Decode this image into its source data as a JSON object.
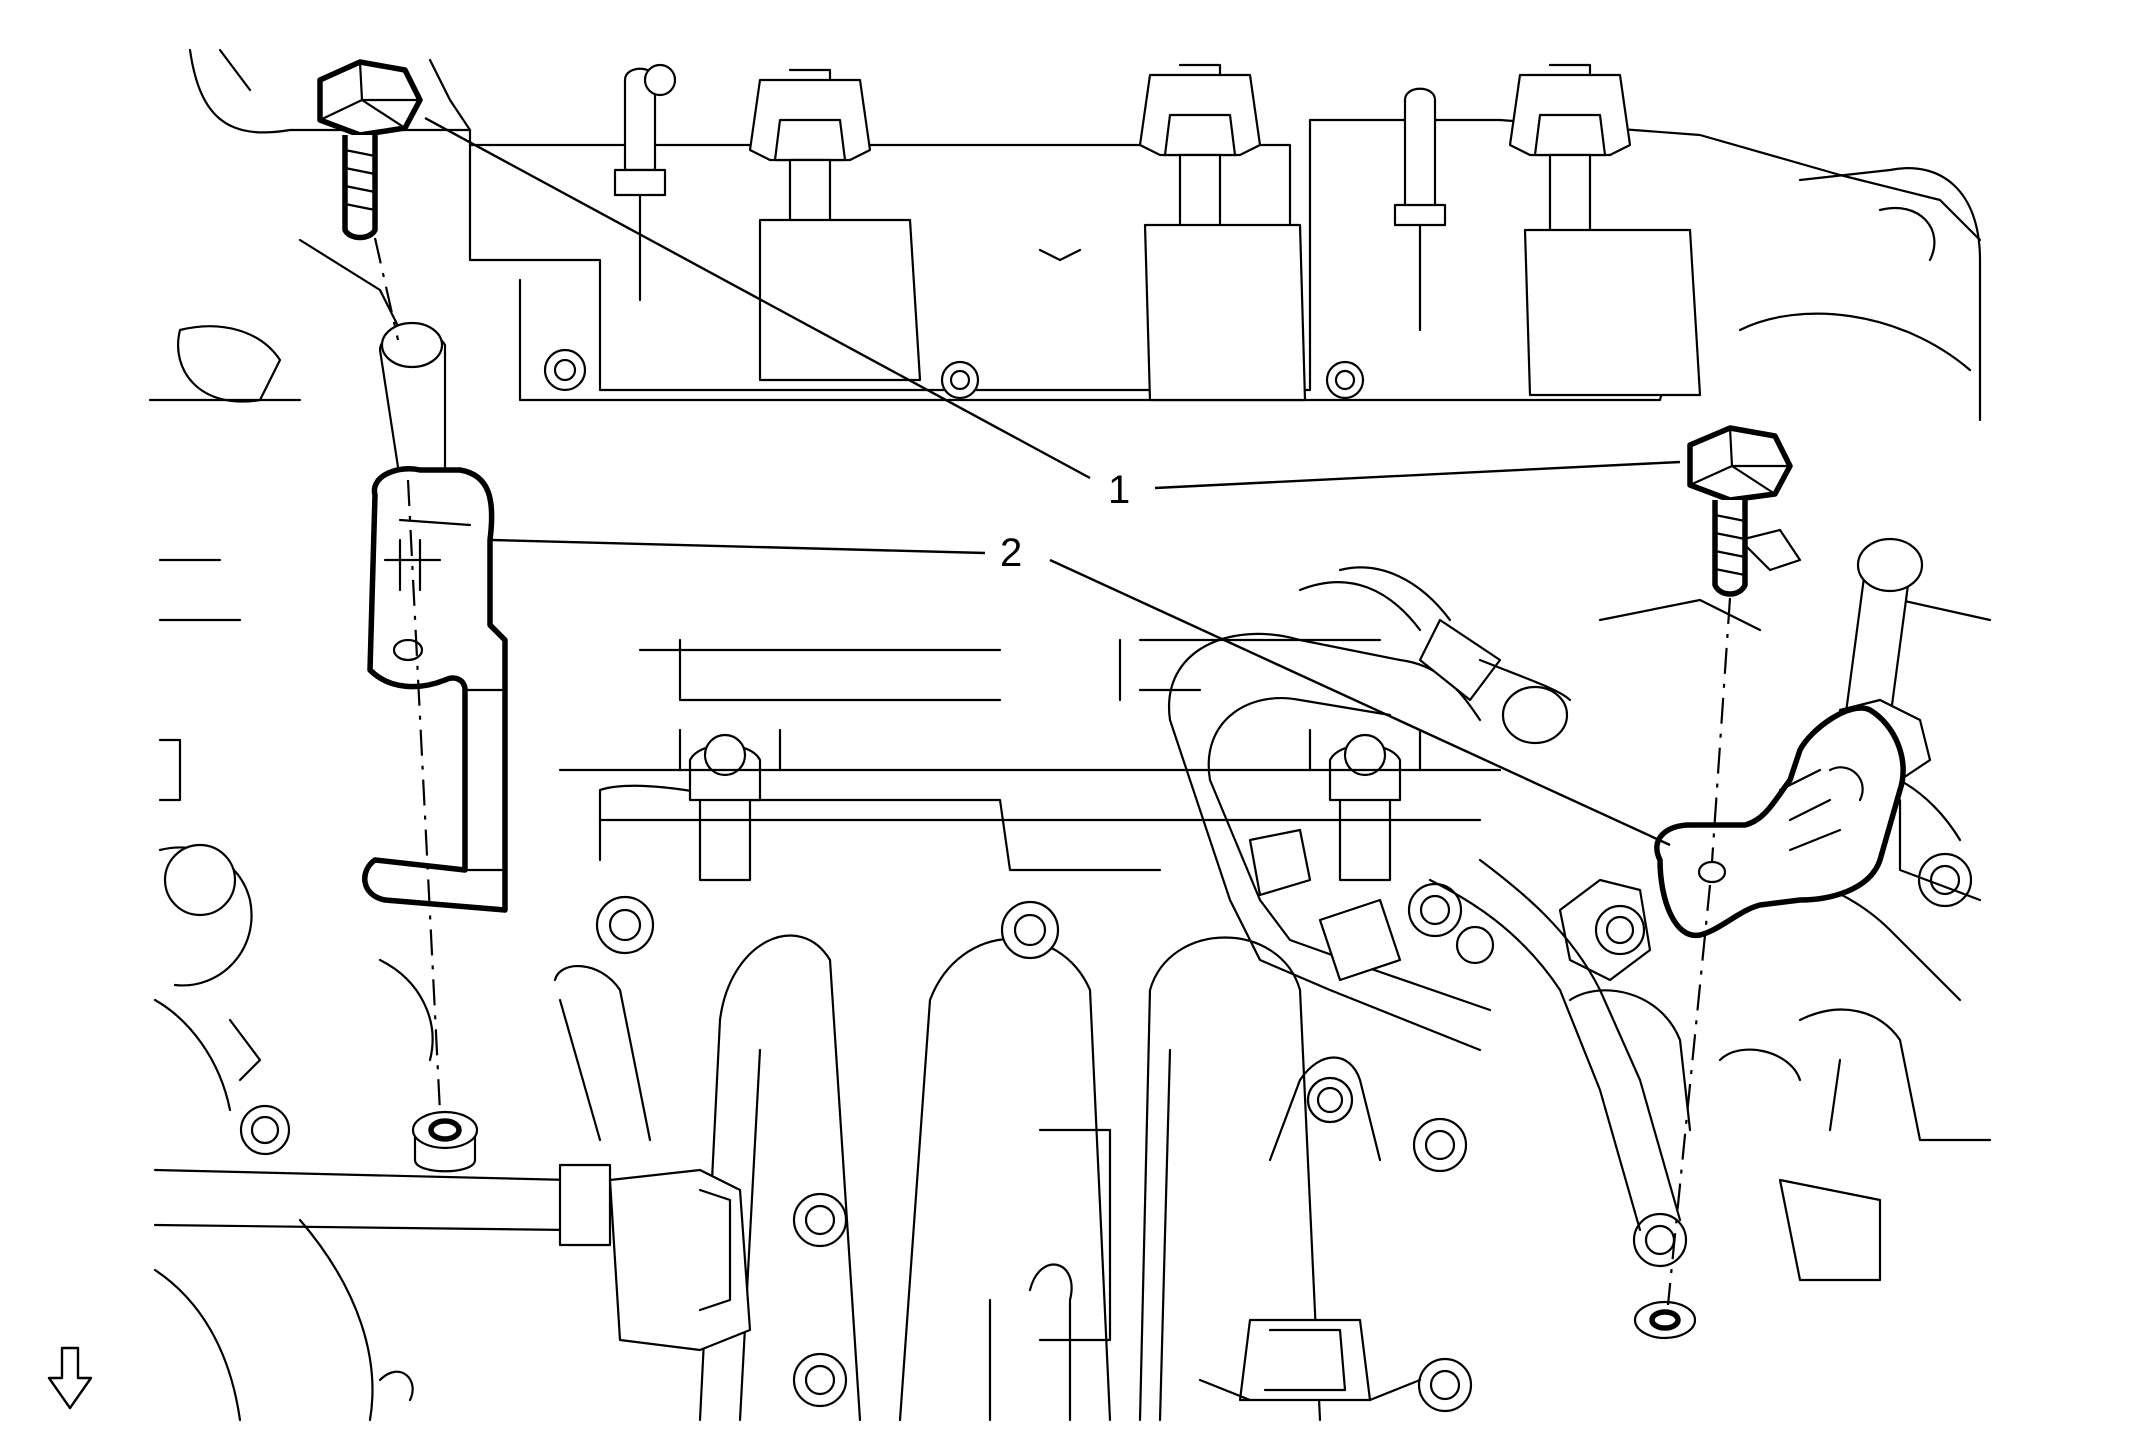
{
  "diagram": {
    "callouts": [
      {
        "id": "1",
        "label": "1"
      },
      {
        "id": "2",
        "label": "2"
      }
    ],
    "view_arrow_icon": "arrow-down-outline"
  }
}
